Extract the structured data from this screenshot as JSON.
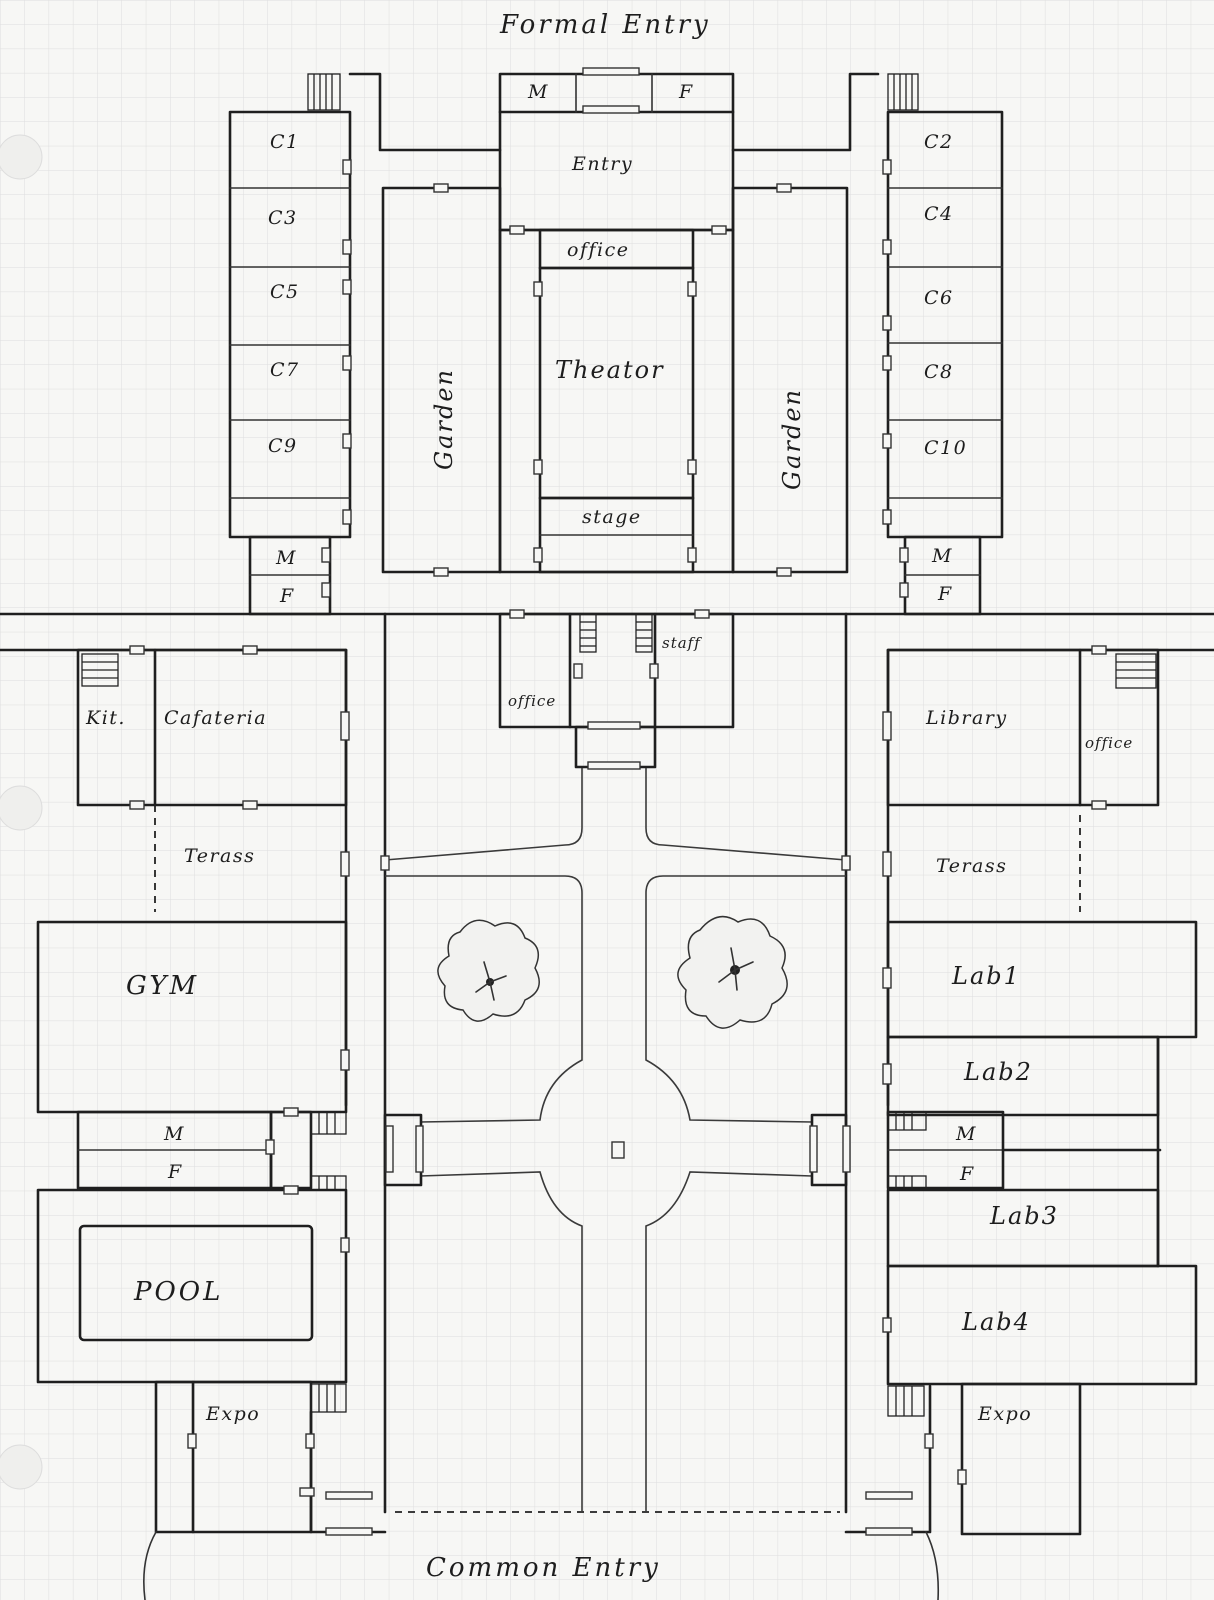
{
  "entries": {
    "top": "Formal Entry",
    "bottom": "Common Entry"
  },
  "top_wing": {
    "restroom_m": "M",
    "restroom_f": "F",
    "entry": "Entry",
    "office": "office",
    "theater": "Theator",
    "stage": "stage",
    "garden_left": "Garden",
    "garden_right": "Garden"
  },
  "classrooms": {
    "left": [
      "C1",
      "C3",
      "C5",
      "C7",
      "C9"
    ],
    "right": [
      "C2",
      "C4",
      "C6",
      "C8",
      "C10"
    ],
    "left_restrooms": [
      "M",
      "F"
    ],
    "right_restrooms": [
      "M",
      "F"
    ]
  },
  "central": {
    "office": "office",
    "staff": "staff"
  },
  "left_wing": {
    "kitchen": "Kit.",
    "cafeteria": "Cafateria",
    "terrace": "Terass",
    "gym": "GYM",
    "restroom_m": "M",
    "restroom_f": "F",
    "pool": "POOL",
    "expo": "Expo"
  },
  "right_wing": {
    "library": "Library",
    "office": "office",
    "terrace": "Terass",
    "labs": [
      "Lab1",
      "Lab2",
      "Lab3",
      "Lab4"
    ],
    "restroom_m": "M",
    "restroom_f": "F",
    "expo": "Expo"
  },
  "colors": {
    "ink": "#1f1f1f",
    "paper": "#f7f7f5",
    "grid": "#dcdcdc"
  }
}
